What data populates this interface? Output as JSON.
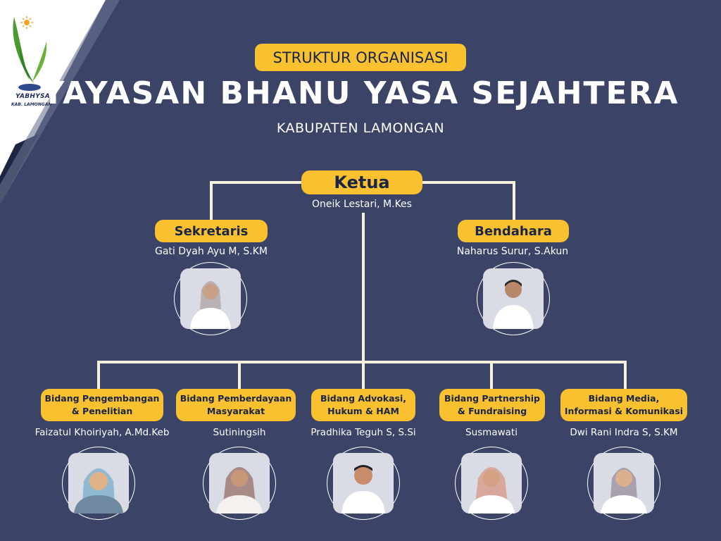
{
  "header": {
    "badge": "STRUKTUR ORGANISASI",
    "title": "YAYASAN BHANU YASA SEJAHTERA",
    "subtitle": "KABUPATEN LAMONGAN"
  },
  "logo": {
    "line1": "YABHYSA",
    "line2": "KAB. LAMONGAN"
  },
  "ketua": {
    "role": "Ketua",
    "name": "Oneik Lestari, M.Kes"
  },
  "sekretaris": {
    "role": "Sekretaris",
    "name": "Gati Dyah Ayu M, S.KM"
  },
  "bendahara": {
    "role": "Bendahara",
    "name": "Naharus Surur, S.Akun"
  },
  "bidang": [
    {
      "role_line1": "Bidang Pengembangan",
      "role_line2": "& Penelitian",
      "name": "Faizatul Khoiriyah, A.Md.Keb"
    },
    {
      "role_line1": "Bidang Pemberdayaan",
      "role_line2": "Masyarakat",
      "name": "Sutiningsih"
    },
    {
      "role_line1": "Bidang Advokasi,",
      "role_line2": "Hukum & HAM",
      "name": "Pradhika Teguh S, S.Si"
    },
    {
      "role_line1": "Bidang Partnership",
      "role_line2": "& Fundraising",
      "name": "Susmawati"
    },
    {
      "role_line1": "Bidang Media,",
      "role_line2": "Informasi & Komunikasi",
      "name": "Dwi Rani Indra S, S.KM"
    }
  ],
  "colors": {
    "background": "#3b4366",
    "accent": "#f9c02f",
    "line": "#f5f1de",
    "text_dark": "#1a2444"
  }
}
